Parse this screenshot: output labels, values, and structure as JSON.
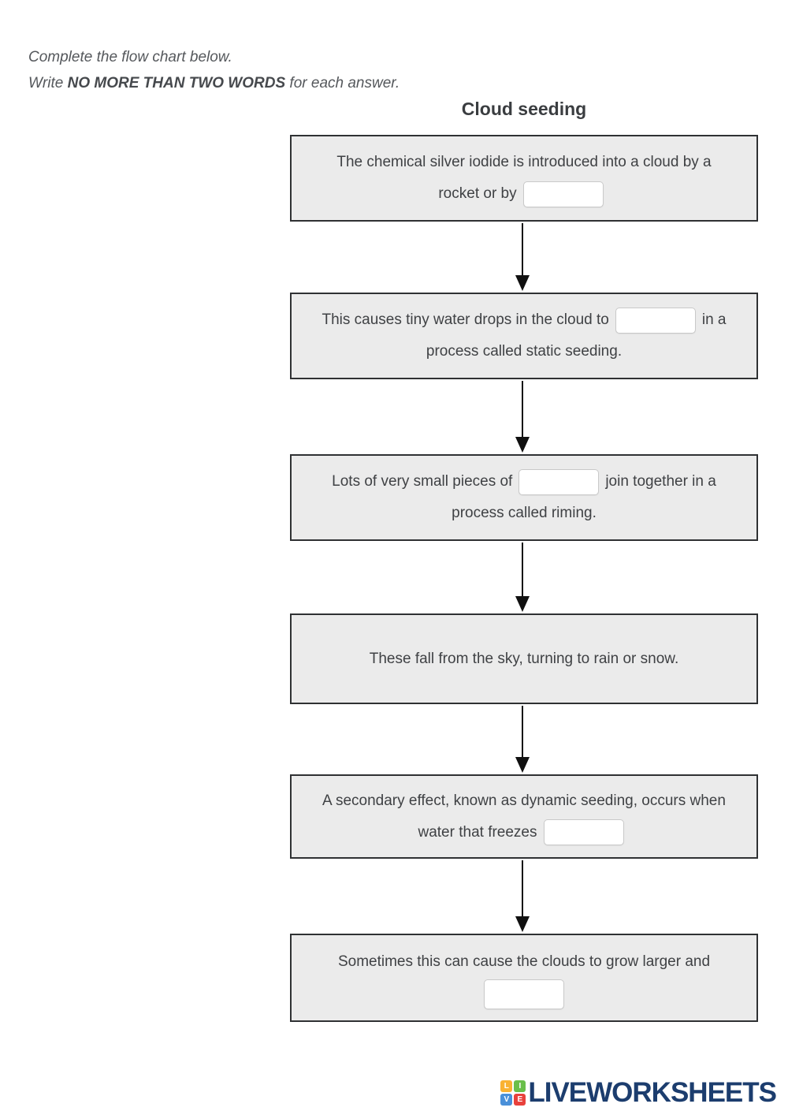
{
  "instructions": {
    "line1": "Complete the flow chart below.",
    "line2_prefix": "Write",
    "line2_bold": "NO MORE THAN TWO WORDS",
    "line2_suffix": "for each answer."
  },
  "title": "Cloud seeding",
  "flow": {
    "boxes": [
      {
        "line1": "The chemical silver iodide is introduced into a cloud by a",
        "line2_pre": "rocket or by",
        "input_value": ""
      },
      {
        "line1_pre": "This causes tiny water drops in the cloud to",
        "line1_post": "in a",
        "line2": "process called static seeding.",
        "input_value": ""
      },
      {
        "line1_pre": "Lots of very small pieces of",
        "line1_post": "join together in a",
        "line2": "process called riming.",
        "input_value": ""
      },
      {
        "line1": "These fall from the sky, turning to rain or snow."
      },
      {
        "line1": "A secondary effect, known as dynamic seeding, occurs when",
        "line2_pre": "water that freezes",
        "input_value": ""
      },
      {
        "line1": "Sometimes this can cause the clouds to grow larger and",
        "input_value": ""
      }
    ]
  },
  "branding": {
    "logo_text": "LIVEWORKSHEETS",
    "logo_text_color": "#1c3d6e",
    "squares": [
      {
        "letter": "L",
        "color": "#f9b233"
      },
      {
        "letter": "I",
        "color": "#6abf4b"
      },
      {
        "letter": "V",
        "color": "#4a90d9"
      },
      {
        "letter": "E",
        "color": "#e8413c"
      }
    ]
  },
  "colors": {
    "box_fill": "#ebebeb",
    "box_border": "#2f3133",
    "text": "#3f4144",
    "arrow": "#101010",
    "input_border": "#c9c9c9"
  }
}
